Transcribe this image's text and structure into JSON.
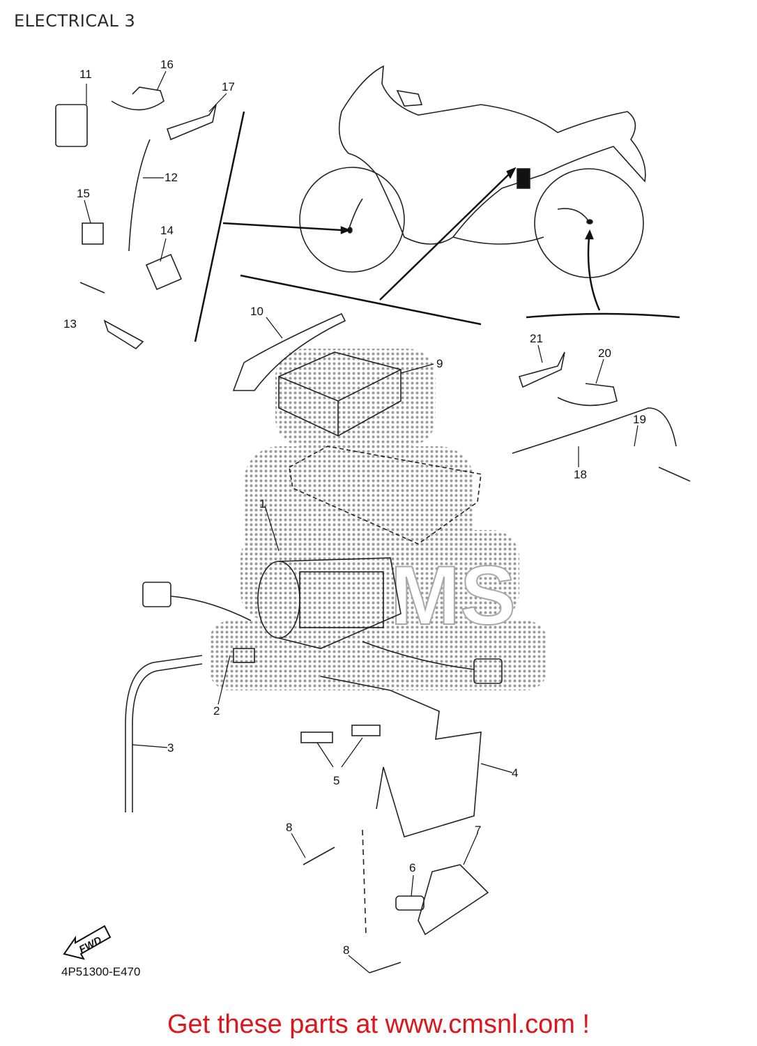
{
  "page": {
    "title": "ELECTRICAL 3",
    "part_code": "4P51300-E470",
    "footer_text": "Get these parts at www.cmsnl.com !",
    "fwd_label": "FWD",
    "watermark_text": "MS",
    "footer_color": "#e0141b"
  },
  "callouts": [
    "1",
    "2",
    "3",
    "4",
    "5",
    "6",
    "7",
    "8",
    "8",
    "9",
    "10",
    "11",
    "12",
    "13",
    "14",
    "15",
    "16",
    "17",
    "18",
    "19",
    "20",
    "21"
  ],
  "icons": [
    "fwd-arrow-icon",
    "motorcycle-outline-icon",
    "watermark-logo-icon"
  ]
}
